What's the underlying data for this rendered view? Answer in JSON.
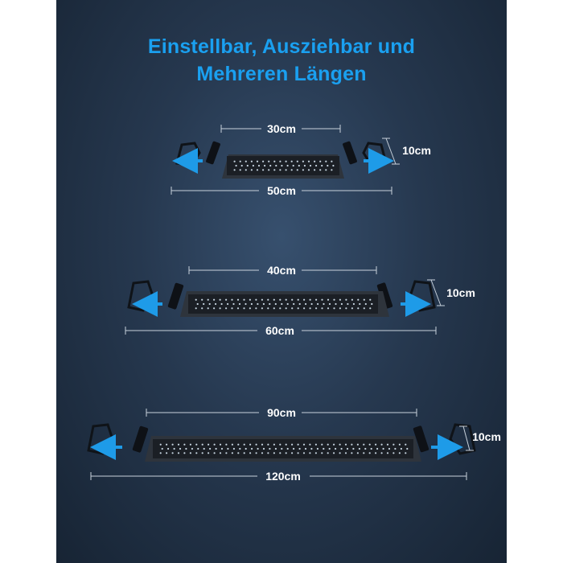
{
  "headline": {
    "line1": "Einstellbar, Ausziehbar und",
    "line2": "Mehreren Längen"
  },
  "fixtures": [
    {
      "inner_label": "30cm",
      "outer_label": "50cm",
      "height_label": "10cm"
    },
    {
      "inner_label": "40cm",
      "outer_label": "60cm",
      "height_label": "10cm"
    },
    {
      "inner_label": "90cm",
      "outer_label": "120cm",
      "height_label": "10cm"
    }
  ],
  "colors": {
    "headline": "#1aa0f0",
    "arrow": "#1e9be8",
    "dimension_line": "#c9d2dc",
    "led_panel": "#1b1f25",
    "led_dot": "#c8d6e2"
  }
}
